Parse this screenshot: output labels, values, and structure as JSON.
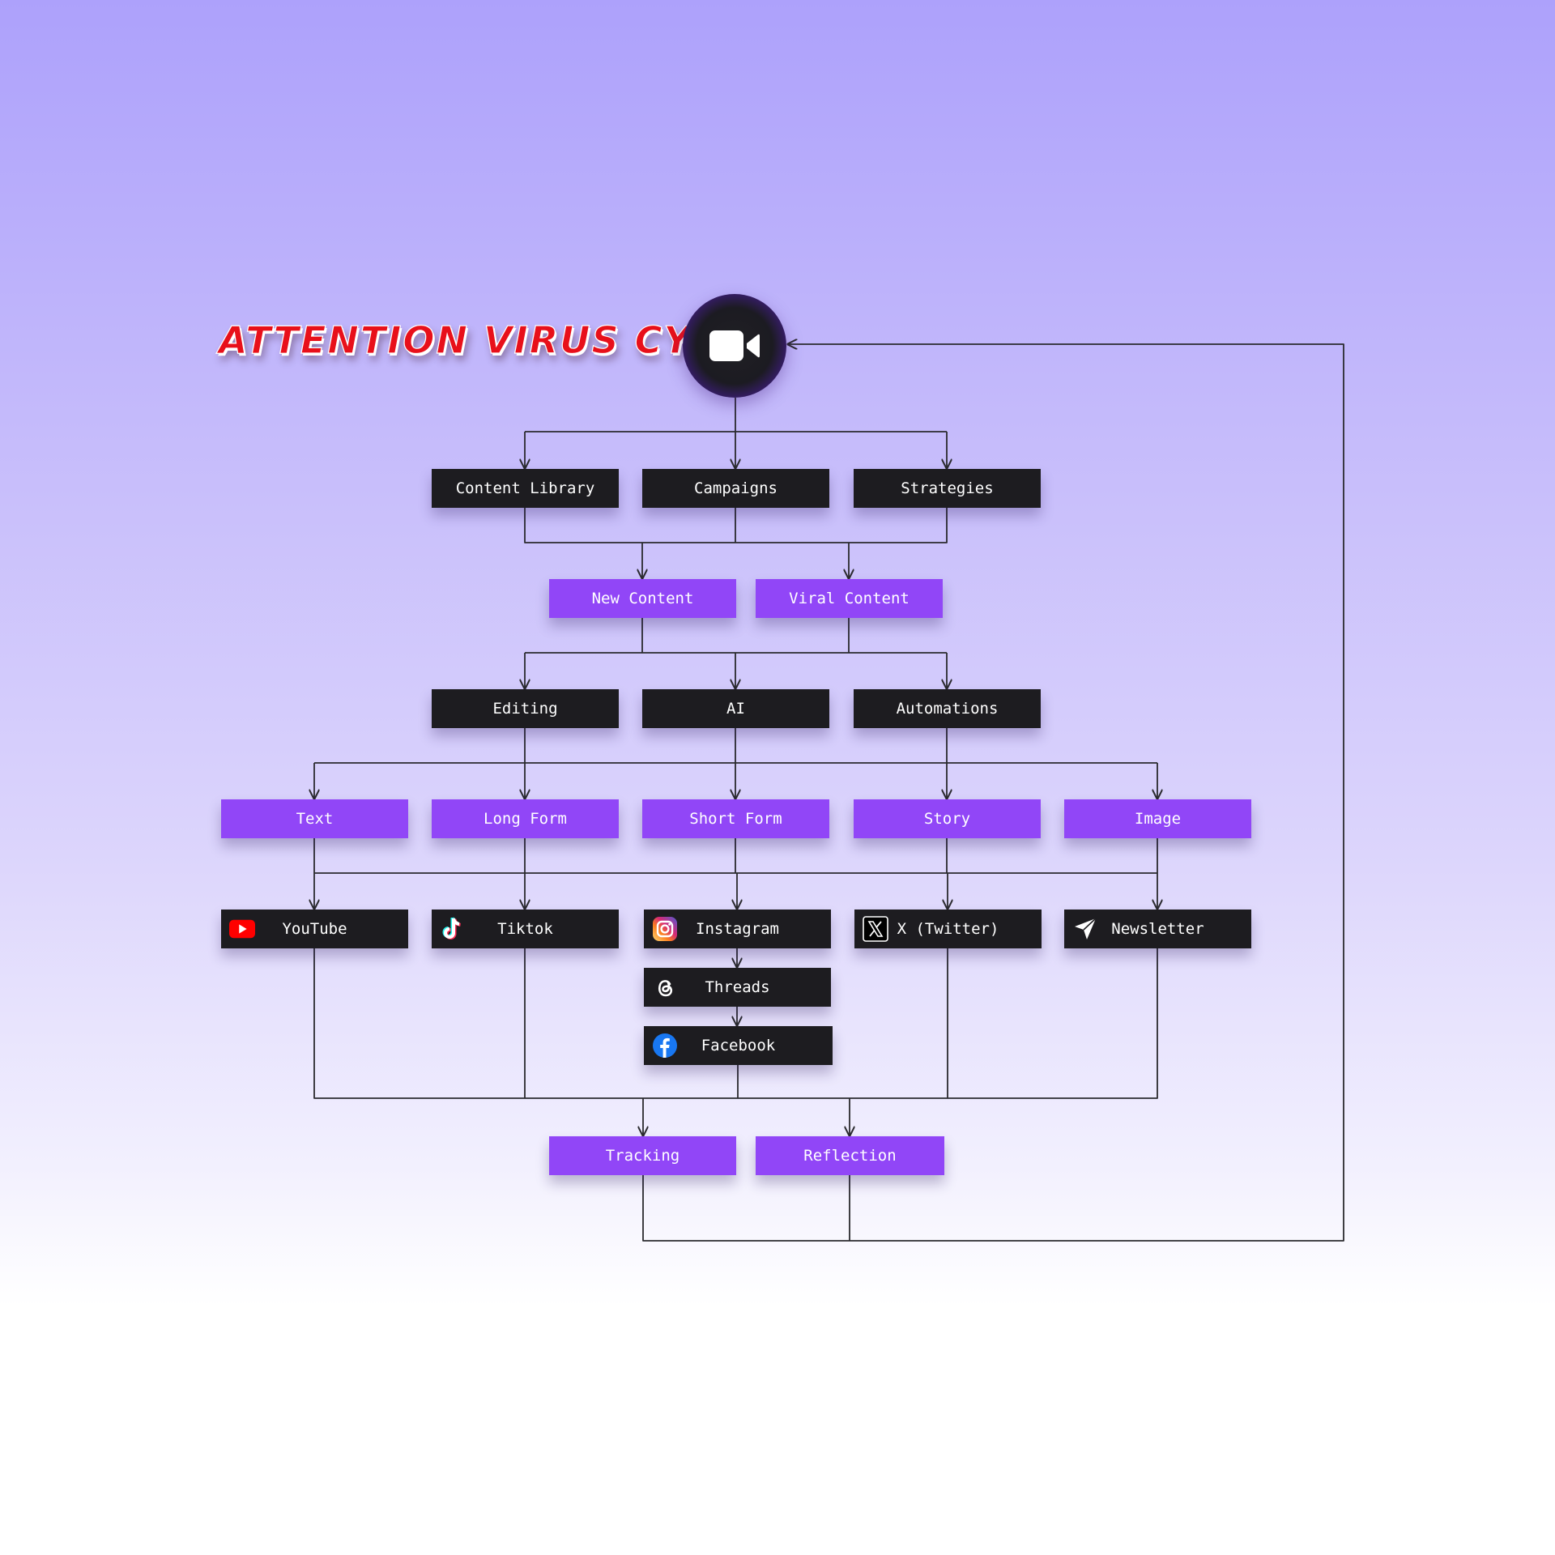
{
  "title": "ATTENTION VIRUS CYCLE",
  "hub": {
    "icon": "video-camera-icon"
  },
  "colors": {
    "dark_node": "#1d1c20",
    "purple_node": "#9146f7",
    "title": "#e8101a",
    "wire": "#2a2a2e"
  },
  "rows": {
    "sources": [
      "Content Library",
      "Campaigns",
      "Strategies"
    ],
    "content_types": [
      "New Content",
      "Viral Content"
    ],
    "production": [
      "Editing",
      "AI",
      "Automations"
    ],
    "formats": [
      "Text",
      "Long Form",
      "Short Form",
      "Story",
      "Image"
    ],
    "platforms": [
      {
        "label": "YouTube",
        "icon": "youtube-icon"
      },
      {
        "label": "Tiktok",
        "icon": "tiktok-icon"
      },
      {
        "label": "Instagram",
        "icon": "instagram-icon"
      },
      {
        "label": "X (Twitter)",
        "icon": "x-twitter-icon"
      },
      {
        "label": "Newsletter",
        "icon": "send-icon"
      }
    ],
    "meta_chain": [
      {
        "label": "Threads",
        "icon": "threads-icon"
      },
      {
        "label": "Facebook",
        "icon": "facebook-icon"
      }
    ],
    "feedback": [
      "Tracking",
      "Reflection"
    ]
  }
}
